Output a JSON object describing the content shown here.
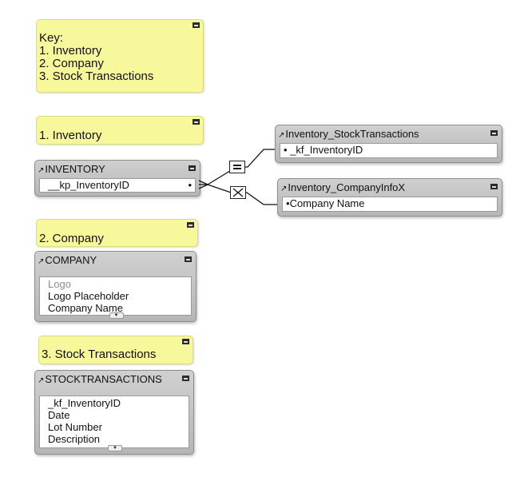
{
  "notes": {
    "key": {
      "line1": "Key:",
      "line2": "1. Inventory",
      "line3": "2. Company",
      "line4": "3. Stock Transactions"
    },
    "inventory": "1. Inventory",
    "company": "2. Company",
    "stock": "3. Stock Transactions"
  },
  "tables": {
    "inventory": {
      "title": "INVENTORY",
      "fields": [
        "__kp_InventoryID"
      ]
    },
    "inv_stock": {
      "title": "Inventory_StockTransactions",
      "fields": [
        "_kf_InventoryID"
      ]
    },
    "inv_company": {
      "title": "Inventory_CompanyInfoX",
      "fields": [
        "Company Name"
      ]
    },
    "company": {
      "title": "COMPANY",
      "fields": [
        "Logo",
        "Logo Placeholder",
        "Company Name"
      ]
    },
    "stocktransactions": {
      "title": "STOCKTRANSACTIONS",
      "fields": [
        "_kf_InventoryID",
        "Date",
        "Lot Number",
        "Description"
      ]
    }
  },
  "relationships": [
    {
      "from": "INVENTORY",
      "to": "Inventory_StockTransactions",
      "operator": "equal"
    },
    {
      "from": "INVENTORY",
      "to": "Inventory_CompanyInfoX",
      "operator": "cartesian"
    }
  ],
  "colors": {
    "note": "#f7f79c",
    "table_header": "#c4c4c4",
    "canvas": "#ffffff"
  },
  "icons": {
    "collapse": "collapse-icon",
    "table_arrow": "arrow-icon",
    "equal": "equal-icon",
    "cartesian": "cartesian-icon"
  }
}
